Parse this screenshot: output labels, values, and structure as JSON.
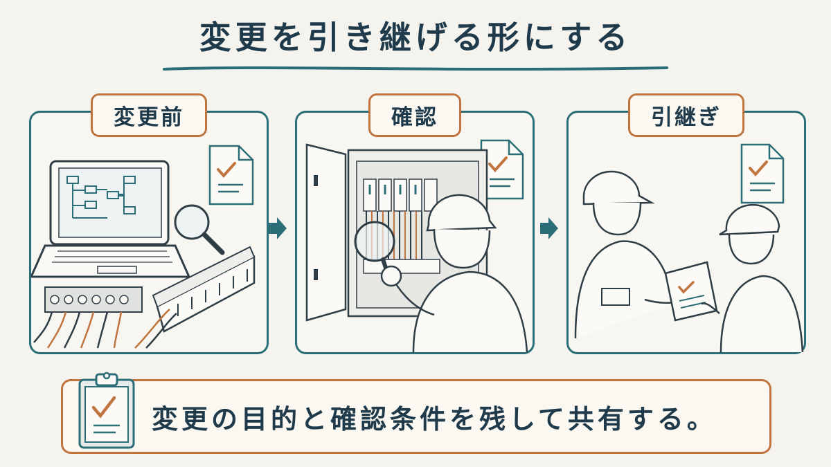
{
  "title": "変更を引き継げる形にする",
  "panels": [
    {
      "label": "変更前",
      "icon": "laptop-diagram-icon"
    },
    {
      "label": "確認",
      "icon": "panel-inspection-icon"
    },
    {
      "label": "引継ぎ",
      "icon": "handover-icon"
    }
  ],
  "summary": "変更の目的と確認条件を残して共有する。",
  "colors": {
    "teal": "#2c6e78",
    "orange": "#c0743f",
    "ink": "#1f3a4a"
  }
}
